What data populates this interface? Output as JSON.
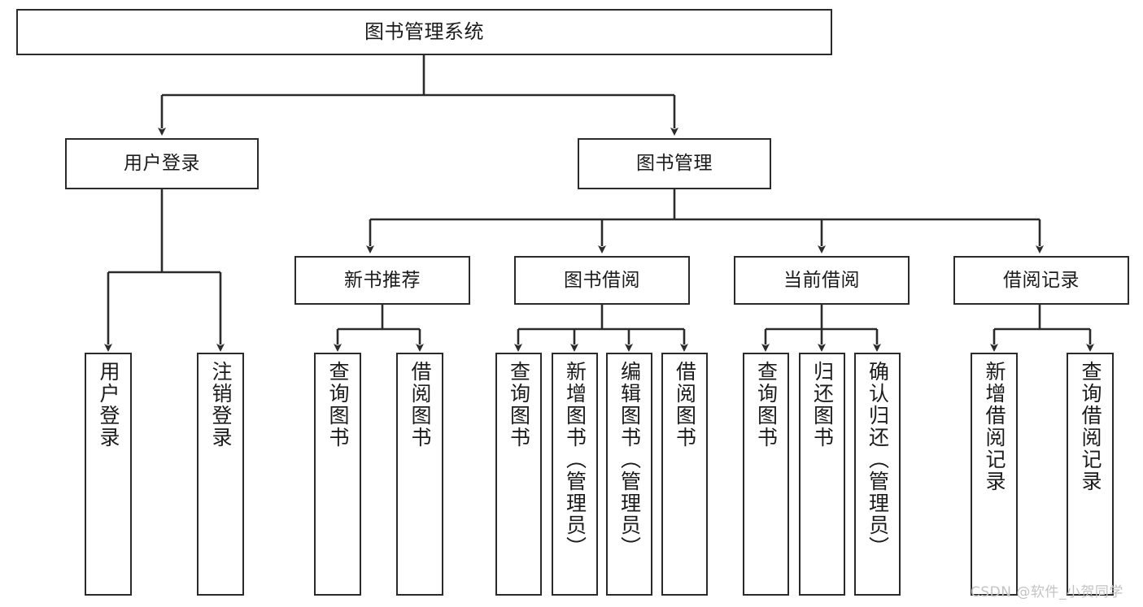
{
  "diagram": {
    "type": "tree",
    "title": "图书管理系统",
    "watermark": "CSDN @软件_小贺同学",
    "colors": {
      "box_border": "#2b2b2b",
      "box_fill": "#ffffff",
      "edge": "#2b2b2b",
      "text": "#1b1b1b",
      "watermark": "#c3c3c3",
      "background": "#ffffff"
    },
    "levels": [
      {
        "level": 1,
        "nodes": [
          {
            "id": "root",
            "label": "图书管理系统"
          }
        ]
      },
      {
        "level": 2,
        "nodes": [
          {
            "id": "user-login",
            "label": "用户登录",
            "parent": "root"
          },
          {
            "id": "book-manage",
            "label": "图书管理",
            "parent": "root"
          }
        ]
      },
      {
        "level": 3,
        "nodes": [
          {
            "id": "new-book-rec",
            "label": "新书推荐",
            "parent": "book-manage"
          },
          {
            "id": "book-borrow",
            "label": "图书借阅",
            "parent": "book-manage"
          },
          {
            "id": "current-borrow",
            "label": "当前借阅",
            "parent": "book-manage"
          },
          {
            "id": "borrow-record",
            "label": "借阅记录",
            "parent": "book-manage"
          }
        ]
      },
      {
        "level": 4,
        "nodes": [
          {
            "id": "leaf-user-login",
            "label": "用户登录",
            "parent": "user-login"
          },
          {
            "id": "leaf-logout",
            "label": "注销登录",
            "parent": "user-login"
          },
          {
            "id": "leaf-query-book-1",
            "label": "查询图书",
            "parent": "new-book-rec"
          },
          {
            "id": "leaf-borrow-book-1",
            "label": "借阅图书",
            "parent": "new-book-rec"
          },
          {
            "id": "leaf-query-book-2",
            "label": "查询图书",
            "parent": "book-borrow"
          },
          {
            "id": "leaf-add-book",
            "label": "新增图书（管理员）",
            "parent": "book-borrow"
          },
          {
            "id": "leaf-edit-book",
            "label": "编辑图书（管理员）",
            "parent": "book-borrow"
          },
          {
            "id": "leaf-borrow-book-2",
            "label": "借阅图书",
            "parent": "book-borrow"
          },
          {
            "id": "leaf-query-book-3",
            "label": "查询图书",
            "parent": "current-borrow"
          },
          {
            "id": "leaf-return-book",
            "label": "归还图书",
            "parent": "current-borrow"
          },
          {
            "id": "leaf-confirm-return",
            "label": "确认归还（管理员）",
            "parent": "current-borrow"
          },
          {
            "id": "leaf-add-record",
            "label": "新增借阅记录",
            "parent": "borrow-record"
          },
          {
            "id": "leaf-query-record",
            "label": "查询借阅记录",
            "parent": "borrow-record"
          }
        ]
      }
    ]
  }
}
